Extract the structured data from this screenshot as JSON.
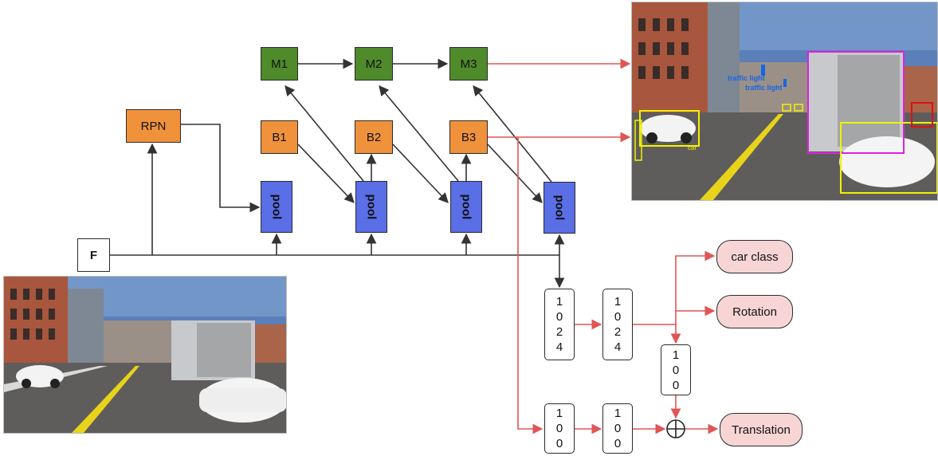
{
  "nodes": {
    "m1": "M1",
    "m2": "M2",
    "m3": "M3",
    "b1": "B1",
    "b2": "B2",
    "b3": "B3",
    "rpn": "RPN",
    "f": "F",
    "pool": "pool",
    "car_class": "car class",
    "rotation": "Rotation",
    "translation": "Translation"
  },
  "vectors": {
    "v1024": [
      "1",
      "0",
      "2",
      "4"
    ],
    "v100": [
      "1",
      "0",
      "0"
    ]
  },
  "detection_labels": {
    "traffic_light_1": "traffic light",
    "traffic_light_2": "traffic light",
    "car": "car"
  },
  "colors": {
    "green": "#4f8a2b",
    "orange": "#f0923b",
    "blue": "#5a6ee6",
    "pink": "#f8d5d5",
    "red_arrow": "#e05555",
    "dark_arrow": "#333333",
    "box_yellow": "#f2f200",
    "box_magenta": "#e020e0",
    "box_red": "#e01010"
  }
}
